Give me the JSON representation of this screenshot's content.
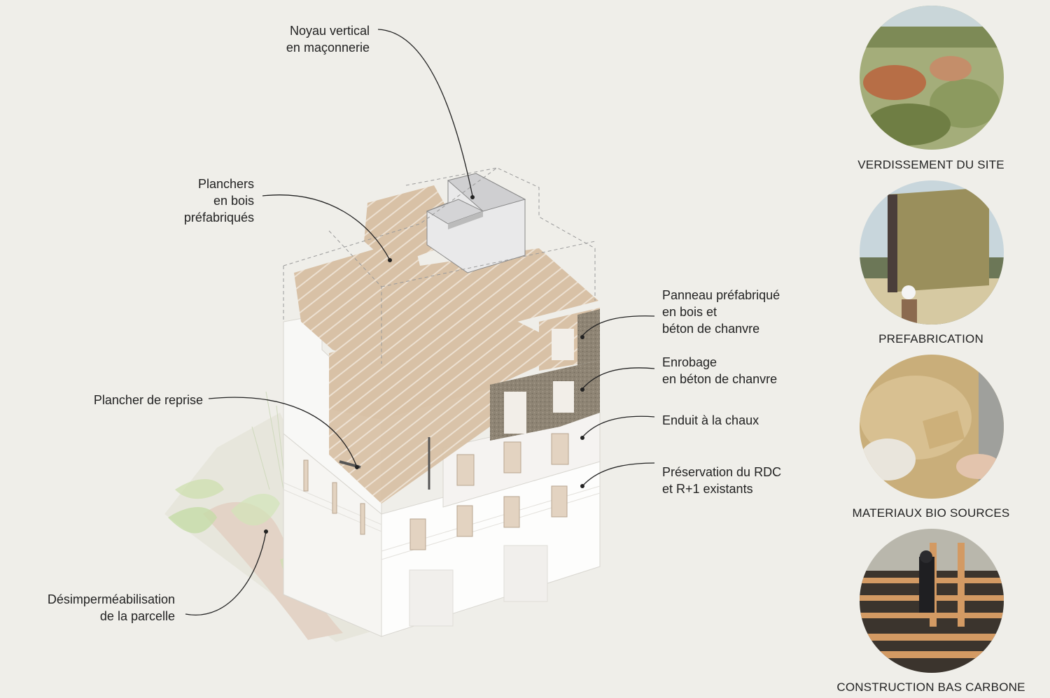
{
  "labels": {
    "noyau": "Noyau vertical\nen maçonnerie",
    "planchers": "Planchers\nen bois\npréfabriqués",
    "panneau": "Panneau préfabriqué\nen bois et\nbéton de chanvre",
    "enrobage": "Enrobage\nen béton de chanvre",
    "enduit": "Enduit à la chaux",
    "reprise": "Plancher de reprise",
    "preservation": "Préservation du RDC\net R+1 existants",
    "desimper": "Désimperméabilisation\nde la parcelle"
  },
  "pictos": [
    {
      "caption": "VERDISSEMENT DU SITE",
      "icon": "meadow-photo"
    },
    {
      "caption": "PREFABRICATION",
      "icon": "crane-panel-photo"
    },
    {
      "caption": "MATERIAUX BIO SOURCES",
      "icon": "plaster-trowel-photo"
    },
    {
      "caption": "CONSTRUCTION BAS CARBONE",
      "icon": "timber-frame-photo"
    }
  ],
  "colors": {
    "background": "#efeee9",
    "wood": "#d8c1a6",
    "hemp": "#8a8070",
    "lime": "#f5f3f1"
  }
}
